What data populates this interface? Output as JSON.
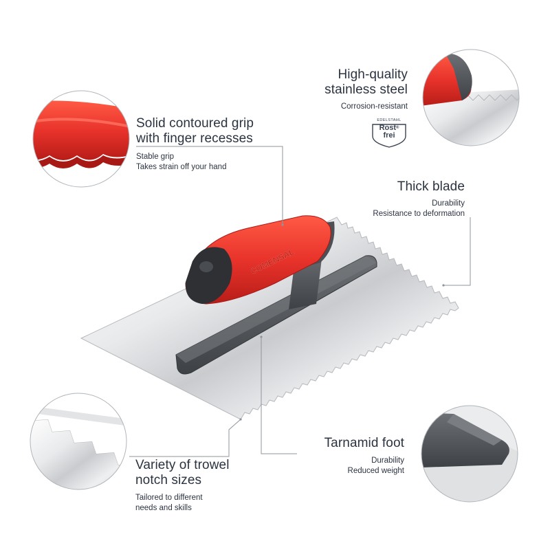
{
  "features": {
    "grip": {
      "title_line1": "Solid contoured grip",
      "title_line2": "with finger recesses",
      "note_line1": "Stable grip",
      "note_line2": "Takes strain off your hand"
    },
    "steel": {
      "title_line1": "High-quality",
      "title_line2": "stainless steel",
      "note_line1": "Corrosion-resistant"
    },
    "blade": {
      "title_line1": "Thick blade",
      "note_line1": "Durability",
      "note_line2": "Resistance to deformation"
    },
    "notch": {
      "title_line1": "Variety of trowel",
      "title_line2": "notch sizes",
      "note_line1": "Tailored to different",
      "note_line2": "needs and skills"
    },
    "foot": {
      "title_line1": "Tarnamid foot",
      "note_line1": "Durability",
      "note_line2": "Reduced weight"
    }
  },
  "badge": {
    "top": "EDELSTAHL",
    "line1": "Rost",
    "line2": "frei",
    "mark": "®"
  },
  "product": {
    "brand": "COMENSAL"
  },
  "colors": {
    "grip_red": "#e8332b",
    "handle_grey": "#55585c",
    "steel_light": "#f2f3f4",
    "text_dark": "#2b3340",
    "leader_grey": "#9aa0a6"
  }
}
